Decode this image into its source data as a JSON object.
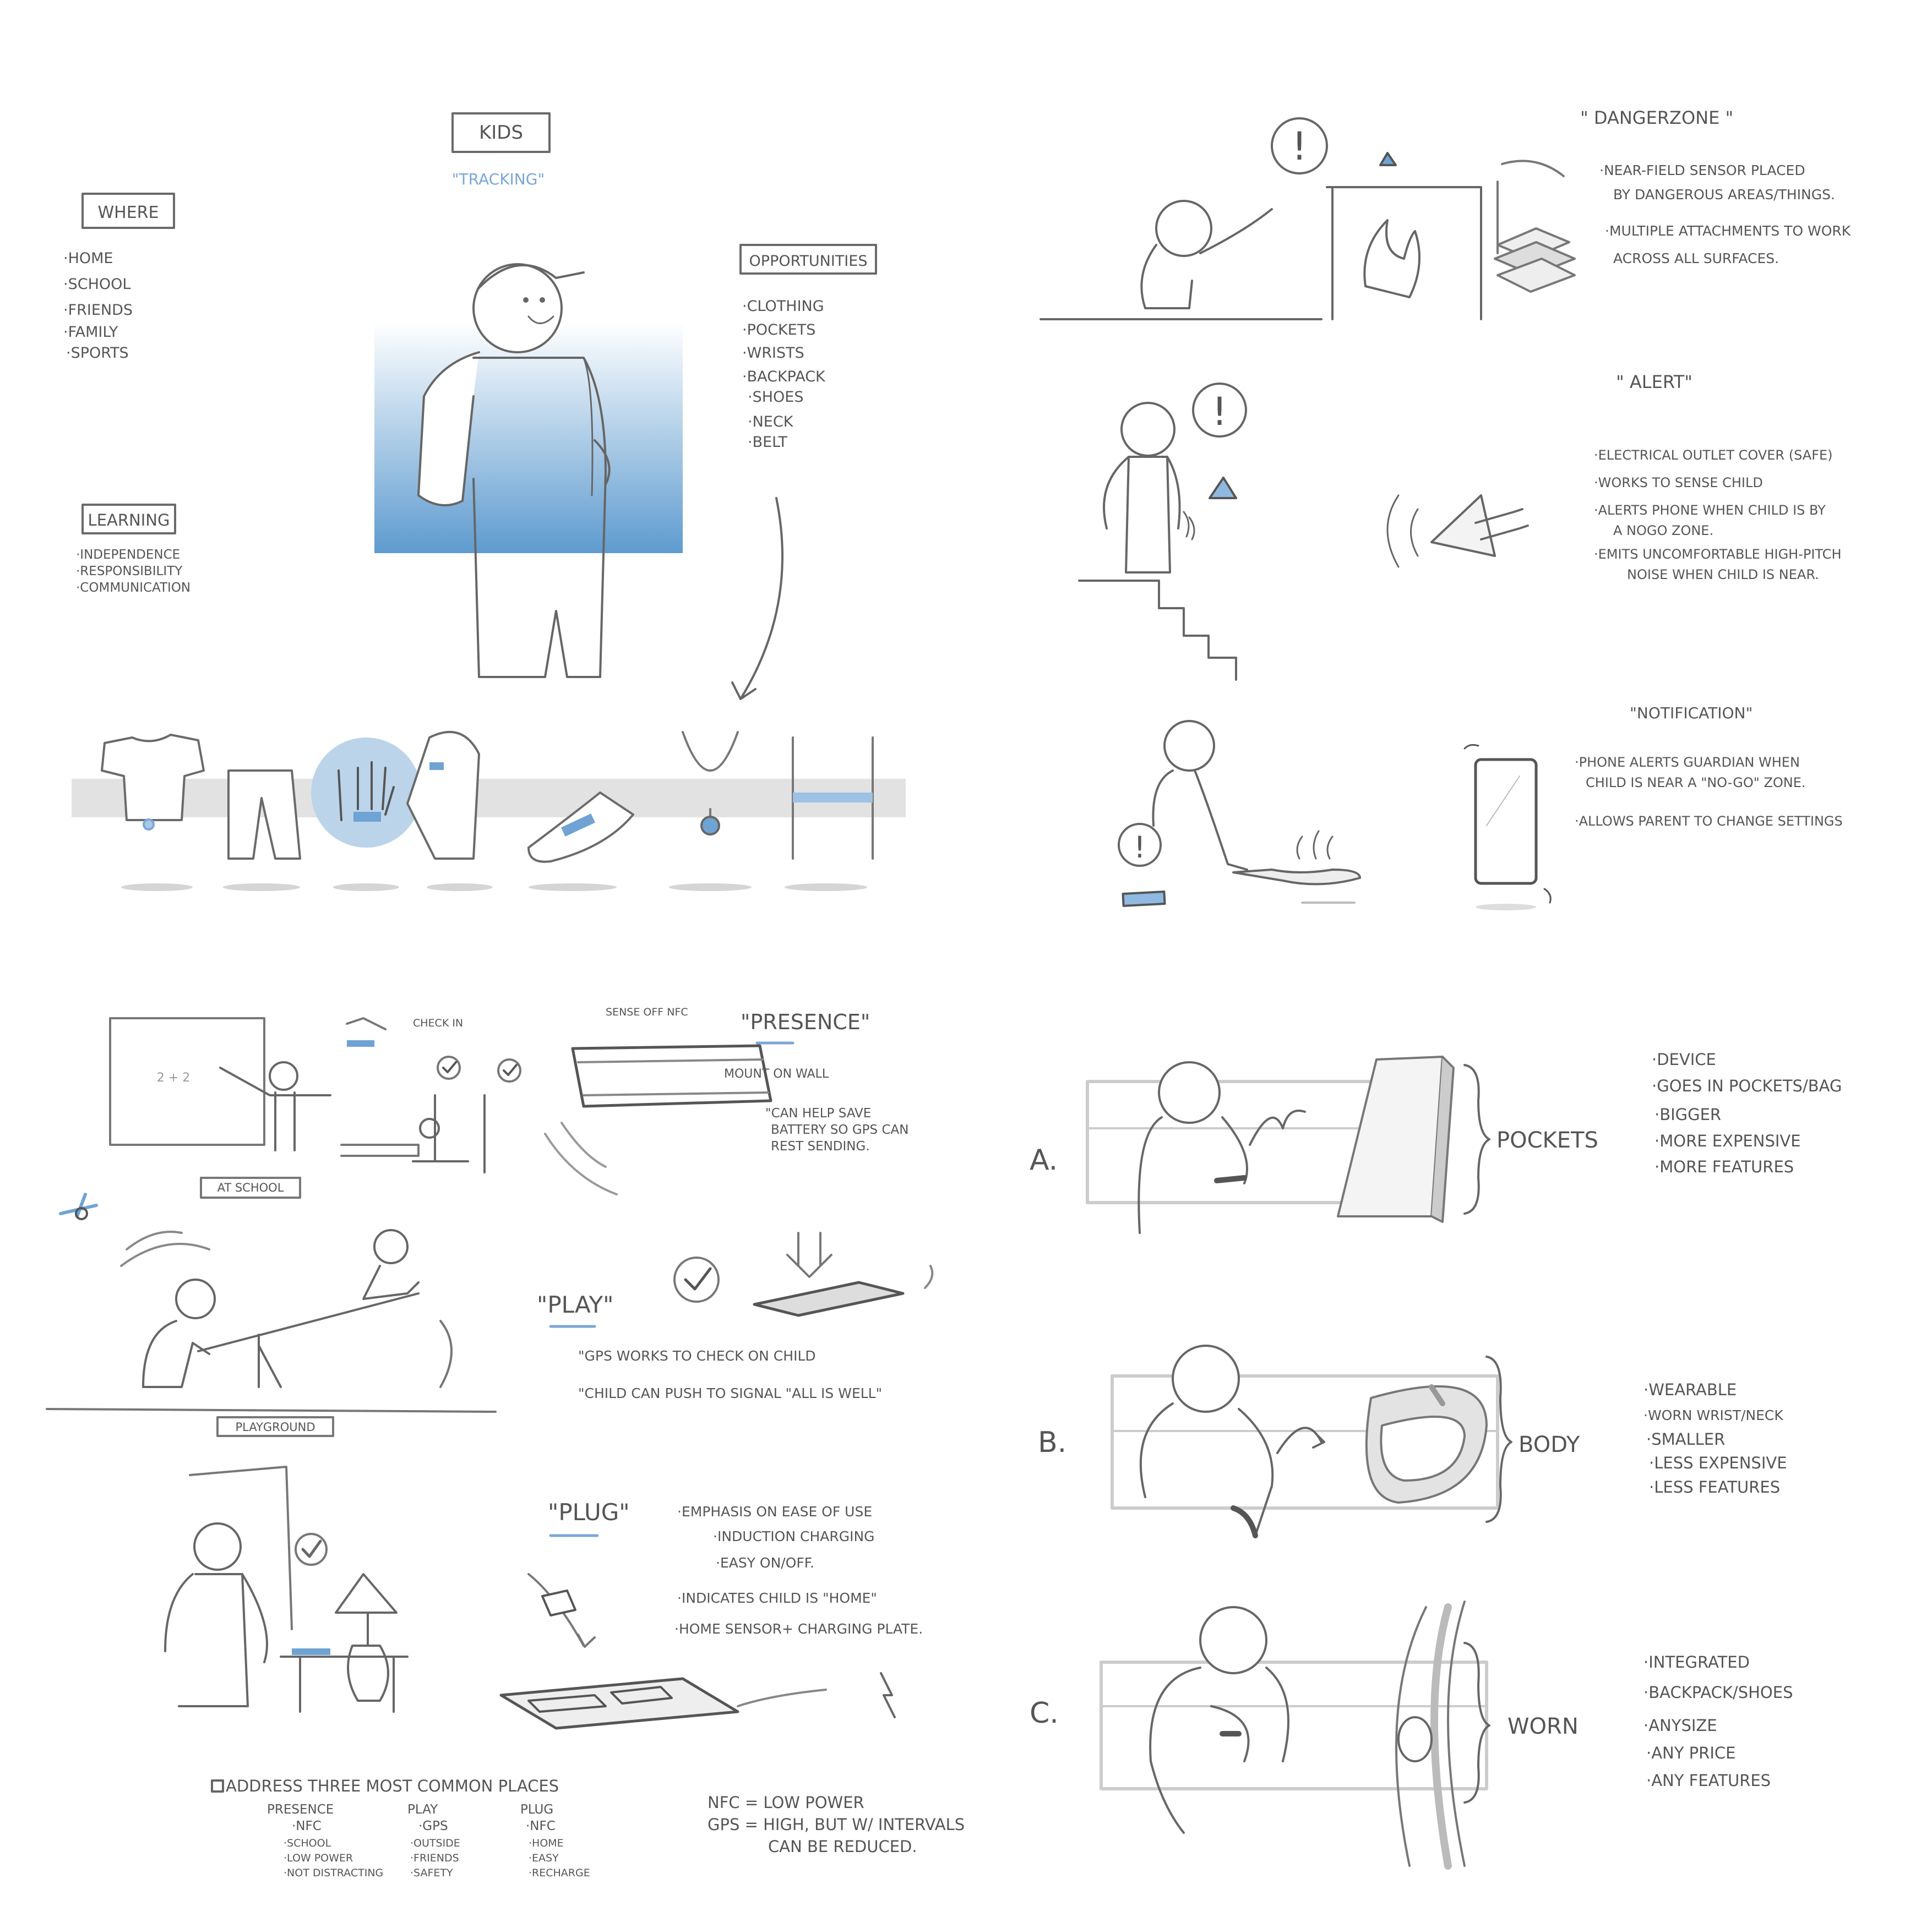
{
  "colors": {
    "ink": "#6a6a6a",
    "accent": "#4f8fc6",
    "light": "#dadada"
  },
  "kids": {
    "title": "KIDS",
    "subtitle": "\"TRACKING\"",
    "where": {
      "title": "WHERE",
      "items": [
        "·HOME",
        "·SCHOOL",
        "·FRIENDS",
        "·FAMILY",
        "·SPORTS"
      ]
    },
    "learning": {
      "title": "LEARNING",
      "items": [
        "·INDEPENDENCE",
        "·RESPONSIBILITY",
        "·COMMUNICATION"
      ]
    },
    "opportunities": {
      "title": "OPPORTUNITIES",
      "items": [
        "·CLOTHING",
        "·POCKETS",
        "·WRISTS",
        "·BACKPACK",
        "·SHOES",
        "·NECK",
        "·BELT"
      ]
    }
  },
  "danger": {
    "dangerzone": {
      "title": "\" DANGERZONE \"",
      "lines": [
        "·NEAR-FIELD SENSOR PLACED",
        "BY DANGEROUS AREAS/THINGS.",
        "·MULTIPLE ATTACHMENTS TO WORK",
        "ACROSS ALL SURFACES."
      ]
    },
    "alert": {
      "title": "\" ALERT\"",
      "lines": [
        "·ELECTRICAL OUTLET COVER (SAFE)",
        "·WORKS TO SENSE CHILD",
        "·ALERTS PHONE WHEN CHILD IS BY",
        "A NOGO ZONE.",
        "·EMITS UNCOMFORTABLE HIGH-PITCH",
        "NOISE WHEN CHILD IS NEAR."
      ]
    },
    "notification": {
      "title": "\"NOTIFICATION\"",
      "lines": [
        "·PHONE ALERTS GUARDIAN WHEN",
        "CHILD IS NEAR A \"NO-GO\" ZONE.",
        "·ALLOWS PARENT TO CHANGE SETTINGS"
      ]
    }
  },
  "places": {
    "check_in": "CHECK IN",
    "sense_off": "SENSE OFF NFC",
    "presence": {
      "title": "\"PRESENCE\"",
      "mount": "MOUNT ON WALL",
      "lines": [
        "\"CAN HELP SAVE",
        "BATTERY SO GPS CAN",
        "REST SENDING."
      ]
    },
    "at_school": "AT SCHOOL",
    "board": "2 + 2",
    "play": {
      "title": "\"PLAY\"",
      "lines": [
        "\"GPS WORKS TO CHECK ON CHILD",
        "\"CHILD CAN PUSH TO SIGNAL \"ALL IS WELL\""
      ]
    },
    "playground": "PLAYGROUND",
    "plug": {
      "title": "\"PLUG\"",
      "lines": [
        "·EMPHASIS ON EASE OF USE",
        "·INDUCTION CHARGING",
        "·EASY ON/OFF.",
        "·INDICATES CHILD IS \"HOME\"",
        "·HOME SENSOR+ CHARGING PLATE."
      ]
    },
    "summary": {
      "title": "ADDRESS THREE MOST COMMON PLACES",
      "columns": [
        {
          "head": "PRESENCE",
          "items": [
            "·NFC",
            "·SCHOOL",
            "·LOW POWER",
            "·NOT DISTRACTING"
          ]
        },
        {
          "head": "PLAY",
          "items": [
            "·GPS",
            "·OUTSIDE",
            "·FRIENDS",
            "·SAFETY"
          ]
        },
        {
          "head": "PLUG",
          "items": [
            "·NFC",
            "·HOME",
            "·EASY",
            "·RECHARGE"
          ]
        }
      ],
      "notes": [
        "NFC = LOW POWER",
        "GPS = HIGH, BUT W/ INTERVALS",
        "CAN BE REDUCED."
      ]
    }
  },
  "options": [
    {
      "letter": "A.",
      "label": "POCKETS",
      "items": [
        "·DEVICE",
        "·GOES IN POCKETS/BAG",
        "·BIGGER",
        "·MORE EXPENSIVE",
        "·MORE FEATURES"
      ]
    },
    {
      "letter": "B.",
      "label": "BODY",
      "items": [
        "·WEARABLE",
        "·WORN WRIST/NECK",
        "·SMALLER",
        "·LESS EXPENSIVE",
        "·LESS FEATURES"
      ]
    },
    {
      "letter": "C.",
      "label": "WORN",
      "items": [
        "·INTEGRATED",
        "·BACKPACK/SHOES",
        "·ANYSIZE",
        "·ANY PRICE",
        "·ANY FEATURES"
      ]
    }
  ]
}
